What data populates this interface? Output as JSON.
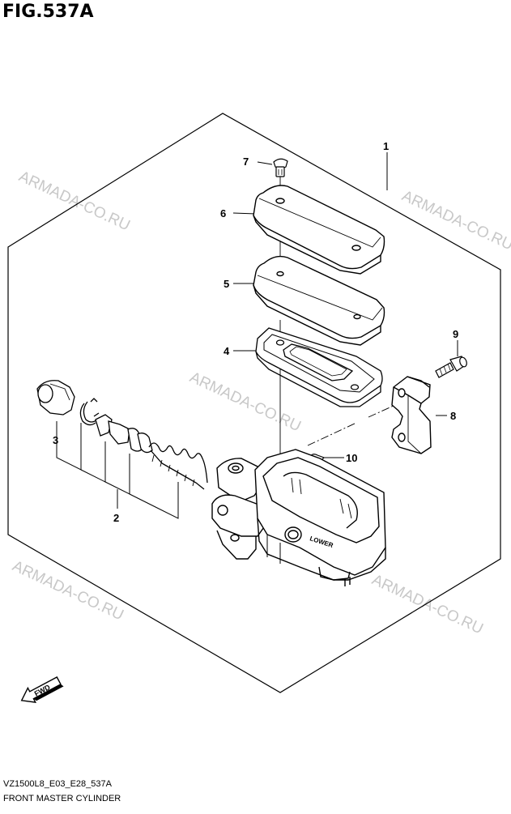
{
  "figure": {
    "title": "FIG.537A",
    "code": "VZ1500L8_E03_E28_537A",
    "name": "FRONT MASTER CYLINDER"
  },
  "watermark": {
    "text": "ARMADA-CO.RU",
    "color": "#c8c8c8"
  },
  "callouts": [
    "1",
    "2",
    "3",
    "4",
    "5",
    "6",
    "7",
    "8",
    "9",
    "10"
  ],
  "body_label": "LOWER",
  "direction_badge": "FWD",
  "colors": {
    "line": "#000000",
    "background": "#ffffff"
  }
}
